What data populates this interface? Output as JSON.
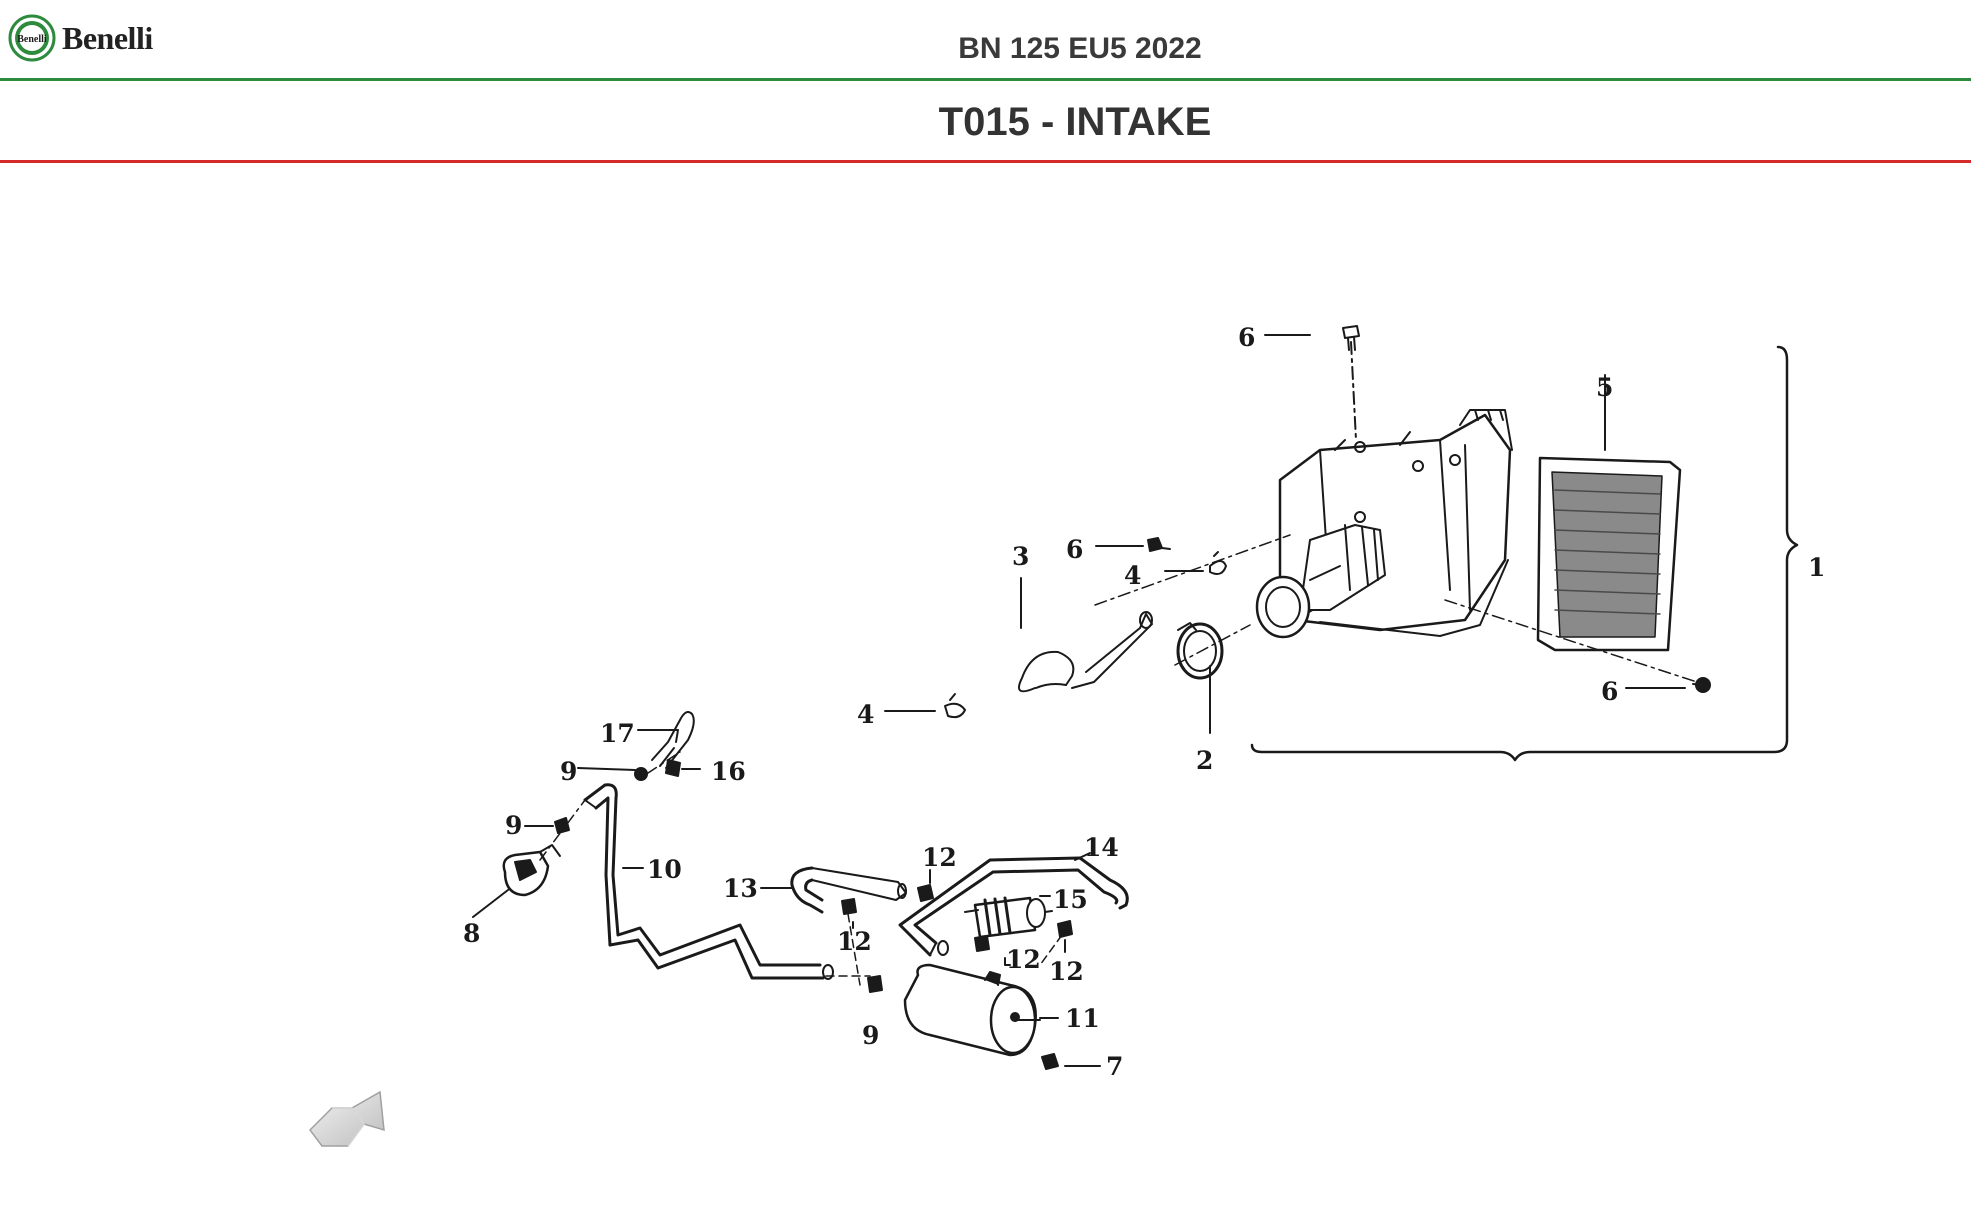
{
  "header": {
    "brand": "Benelli",
    "model": "BN 125 EU5 2022",
    "section": "T015 - INTAKE"
  },
  "colors": {
    "green_rule": "#2e8b3e",
    "red_rule": "#d42a2a",
    "logo_green": "#2e8b3e"
  },
  "callouts": {
    "c1": "1",
    "c2": "2",
    "c3": "3",
    "c4a": "4",
    "c4b": "4",
    "c5": "5",
    "c6a": "6",
    "c6b": "6",
    "c6c": "6",
    "c7": "7",
    "c8": "8",
    "c9a": "9",
    "c9b": "9",
    "c9c": "9",
    "c10": "10",
    "c11": "11",
    "c12a": "12",
    "c12b": "12",
    "c12c": "12",
    "c12d": "12",
    "c13": "13",
    "c14": "14",
    "c15": "15",
    "c16": "16",
    "c17": "17"
  },
  "nav": {
    "back_icon": "back-arrow-icon"
  }
}
